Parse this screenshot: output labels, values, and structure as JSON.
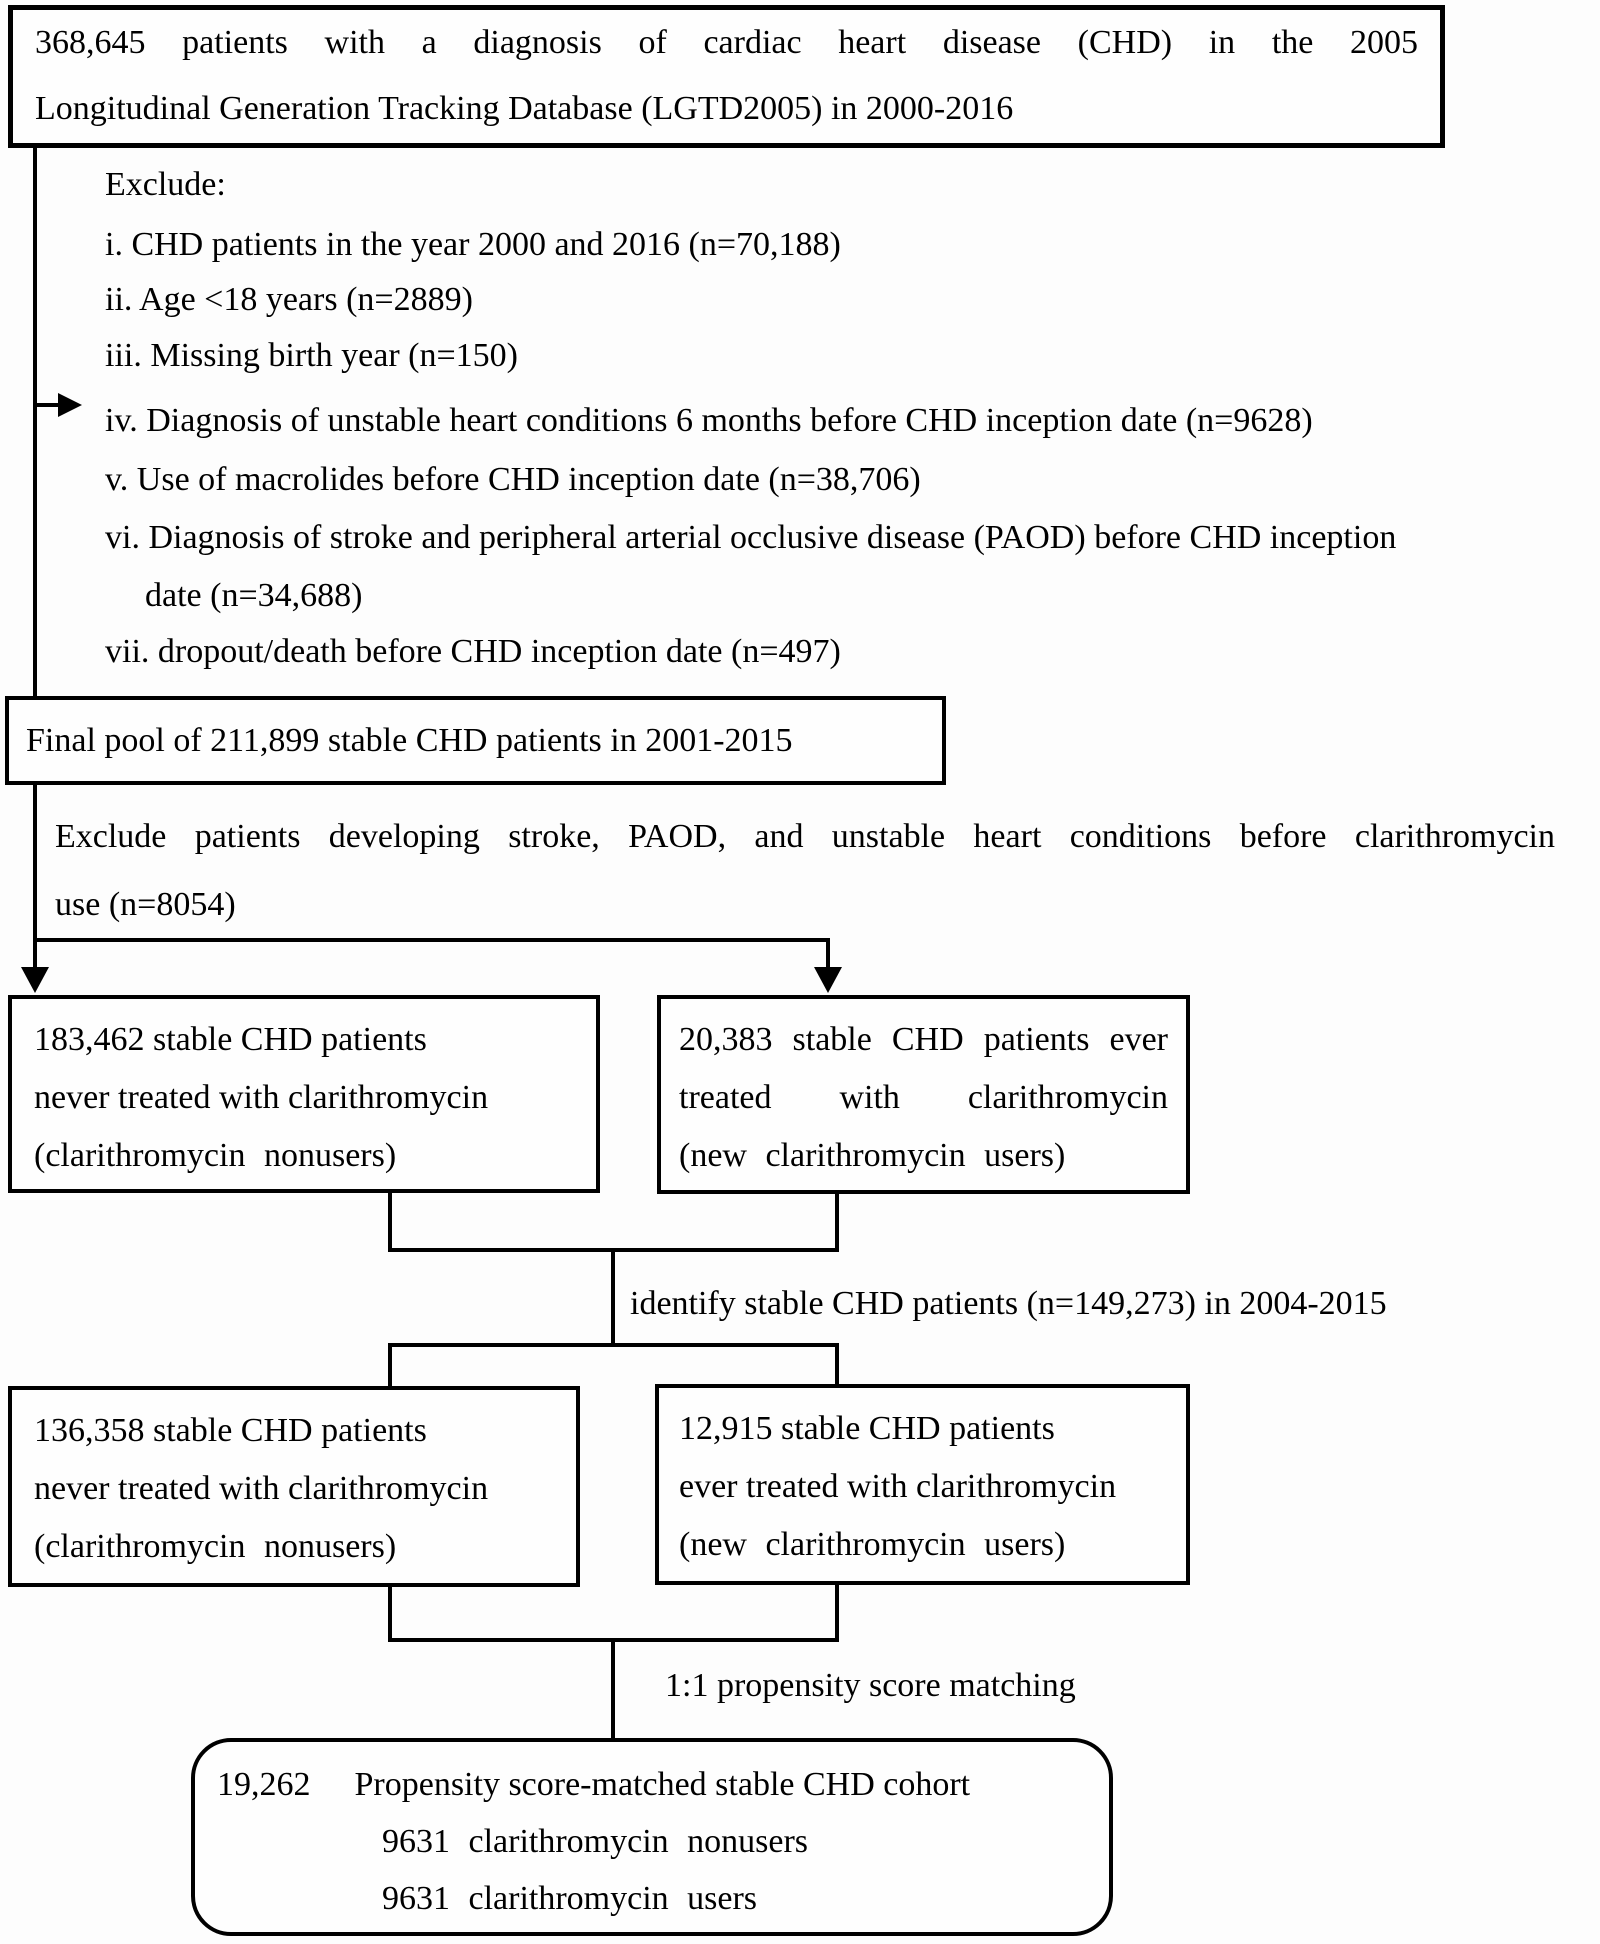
{
  "figure": {
    "background": "#fdfdfd",
    "ink": "#000000"
  },
  "boxes": {
    "source": {
      "line1": "368,645 patients with a diagnosis of cardiac heart disease (CHD) in the 2005",
      "line2": "Longitudinal Generation Tracking Database (LGTD2005) in 2000-2016"
    },
    "final_pool": {
      "text": "Final pool of 211,899 stable CHD patients in 2001-2015"
    },
    "nonusers_all": {
      "lines": [
        "183,462 stable CHD patients",
        "never treated with clarithromycin",
        "(clarithromycin nonusers)"
      ]
    },
    "users_all": {
      "lines": [
        "20,383 stable CHD patients ever",
        "treated with clarithromycin",
        "(new clarithromycin users)"
      ]
    },
    "nonusers_2004": {
      "lines": [
        "136,358 stable CHD patients",
        "never treated with clarithromycin",
        "(clarithromycin nonusers)"
      ]
    },
    "users_2004": {
      "lines": [
        "12,915 stable CHD patients",
        "ever treated with clarithromycin",
        "(new clarithromycin users)"
      ]
    },
    "matched": {
      "count": "19,262",
      "title": "Propensity score-matched stable CHD cohort",
      "lines": [
        "9631 clarithromycin nonusers",
        "9631 clarithromycin users"
      ]
    }
  },
  "exclusions": {
    "heading": "Exclude:",
    "lines": [
      "i. CHD patients in the year 2000 and 2016 (n=70,188)",
      "ii. Age <18 years (n=2889)",
      "iii. Missing birth year (n=150)",
      "iv. Diagnosis of unstable heart conditions 6 months before CHD inception date (n=9628)",
      "v. Use of macrolides before CHD inception date (n=38,706)",
      "vi. Diagnosis of stroke and peripheral arterial occlusive disease (PAOD) before CHD inception",
      "date (n=34,688)",
      "vii. dropout/death before CHD inception date (n=497)"
    ]
  },
  "notes": {
    "exclude_after_pool_line1": "Exclude patients developing stroke, PAOD, and unstable heart conditions before clarithromycin",
    "exclude_after_pool_line2": "use (n=8054)",
    "identify": "identify stable CHD patients (n=149,273) in 2004-2015",
    "matching": "1:1 propensity score matching"
  }
}
